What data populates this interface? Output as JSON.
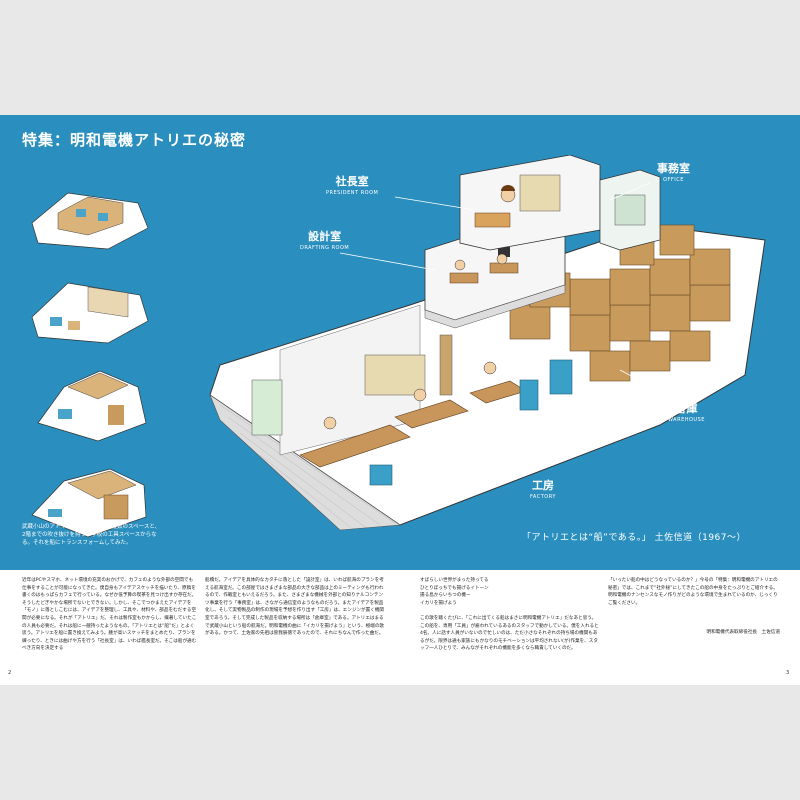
{
  "title": "特集：明和電機アトリエの秘密",
  "labels": {
    "president": {
      "jp": "社長室",
      "en": "PRESIDENT ROOM"
    },
    "drafting": {
      "jp": "設計室",
      "en": "DRAFTING ROOM"
    },
    "office": {
      "jp": "事務室",
      "en": "OFFICE"
    },
    "warehouse": {
      "jp": "倉庫",
      "en": "WAREHOUSE"
    },
    "factory": {
      "jp": "工房",
      "en": "FACTORY"
    }
  },
  "caption": "武蔵小山のアトリエは、1階、2階の複数のスペースと、2階までの吹き抜けを持つ、学校の工具スペースからなる。それを船にトランスフォームしてみた。",
  "quote": "「アトリエとは“船”である。」 土佐信道（1967〜）",
  "columns": {
    "c1": "近年はPCやスマホ、ネット環境の充実のおかげで、カフェのような外部の空間でも仕事をすることが可能になってきた。僕自身もアイデアスケッチを描いたり、原稿を書くのはもっぱらカフェで行っている。なぜか低予算の喫茶を見つけ出すか存在だ。そうしたどぎやかな場所でないとできない。しかし、そこでつかまえたアイデアを「モノ」に落としこむには、アイデアを整理し、工具や、材料や、部品をむだする空間が必要になる。それが「アトリエ」だ。それは製作室もかからし、繊著していたこの人員も必要だ。それは船に一艘持ったようなもの。「アトリエとは“船”だ」とよく思う。アトリエを船に置き換えてみよう。腰が高いスケッチをまとめたり、プランを練ったり、ときには曲げや方を行う「社長室」は、いわば艦長室だ。そこは船が通むべき方向を決定する",
    "c2": "船橋だ。アイデアを具体的なカタチに落とした「設計室」は、いわば航海のプランを考える航海室だ。この部屋ではさまざまな部品の大きな部品は上のミーティングも行われるので、作戦室ともいえるだろう。また、さまざまな機械を外部との知りナルコンテンツ事業を行う「事務室」は、さながら通信室のようなものだろう。またアイデアを製品化し、そして実物製品の制作の現場を予想を作り出す「工房」は、エンジンが置く機関室であろう。そして完成した製品を収納する場所は「倉庫室」である。アトリエはまるで武蔵小山という船の航海だ。明和電機の曲に「イカリを揚げよう」という、極端の歌がある。かつて、土佐家の先祖は曽我辰徳であったので、それにちなんで作った曲だ。",
    "c3": "すばらしい世界がまった持ってる\nひとりぼっちでも揚げるイトーン\n揚る島からいちつの機ー\nイカリを揚げよう\n\nこの歌を聴くたびに、「これに出てくる船はまさに明和電機アトリエ」だなあと思う。この船を、専用「工員」が雇われているあるのスタッフで動かしている。僕を入れると4名。人に話す人員がいないので忙しいのは、ただ小さなそれぞれの持ち場の機関もあるがだ。限界は通も家族にもかなりのモチベーションは平均されない(が)作業を、スタッフ一人ひとりで、みんながそれぞれの機能を多くなら職責していくのだ。",
    "c4": "「いったい船の中はどうなっているのか？」今号の「特集：明和電機のアトリエの秘密」では、これまで“社外秘”にしてきたこの船の中身をたっぷりとご紹介する。明和電機のナンセンスなモノ作りがどのような環境で生まれているのか、じっくりご覧ください。",
    "sign": "明和電機代表取締役社長　土佐信道"
  },
  "page_numbers": {
    "left": "2",
    "right": "3"
  }
}
